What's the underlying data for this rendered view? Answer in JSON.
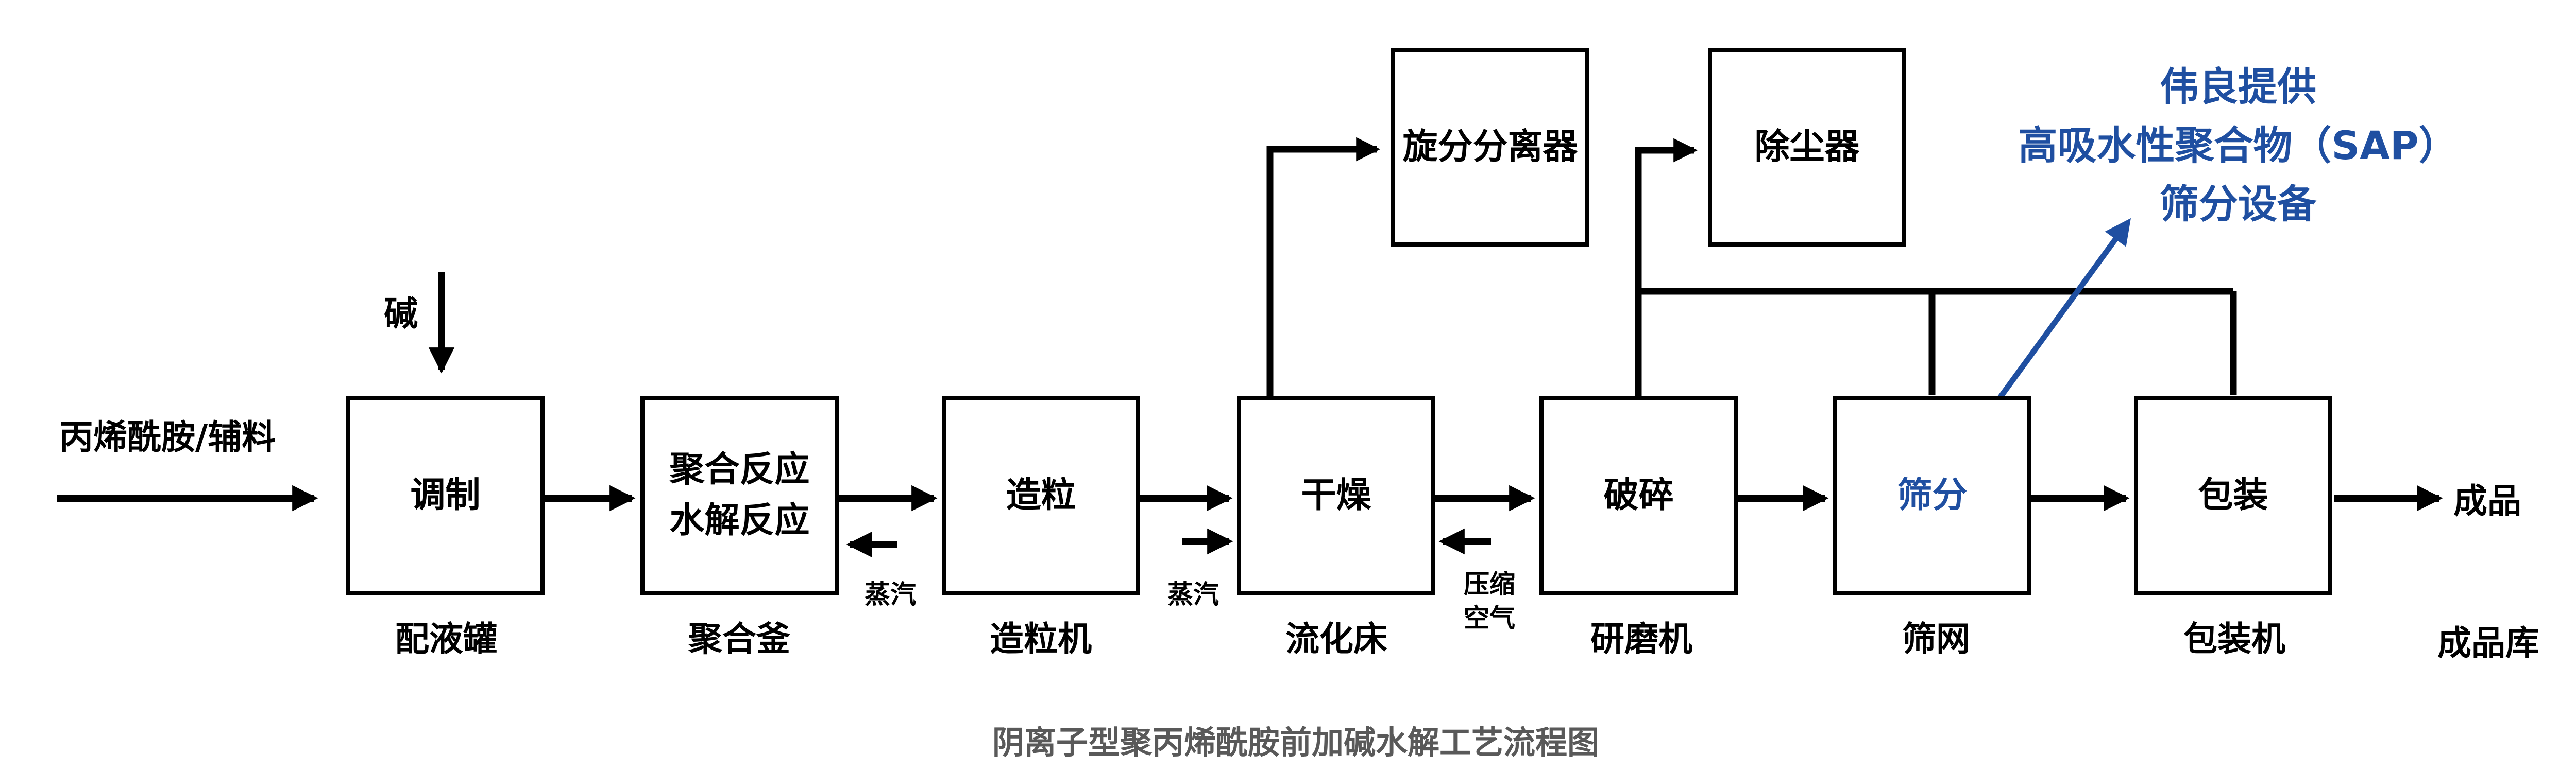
{
  "title": "阴离子型聚丙烯酰胺前加碱水解工艺流程图",
  "inputs": {
    "feed": "丙烯酰胺/辅料",
    "alkali": "碱"
  },
  "boxes": [
    {
      "text": "调制",
      "label": "配液罐"
    },
    {
      "line1": "聚合反应",
      "line2": "水解反应",
      "label": "聚合釜"
    },
    {
      "text": "造粒",
      "label": "造粒机"
    },
    {
      "text": "干燥",
      "label": "流化床"
    },
    {
      "text": "破碎",
      "label": "研磨机"
    },
    {
      "text": "筛分",
      "label": "筛网",
      "highlight_color": "#1F4FA1"
    },
    {
      "text": "包装",
      "label": "包装机"
    }
  ],
  "top_boxes": [
    {
      "text": "旋分分离器"
    },
    {
      "text": "除尘器"
    }
  ],
  "utilities": {
    "steam_left": "蒸汽",
    "steam_right": "蒸汽",
    "air_line1": "压缩",
    "air_line2": "空气"
  },
  "outputs": {
    "product": "成品",
    "warehouse": "成品库"
  },
  "annotation": {
    "lines": [
      "伟良提供",
      "高吸水性聚合物（SAP）",
      "筛分设备"
    ]
  },
  "colors": {
    "line_black": "#000000",
    "annotation_blue": "#1F4FA1",
    "title_gray": "#595959"
  }
}
